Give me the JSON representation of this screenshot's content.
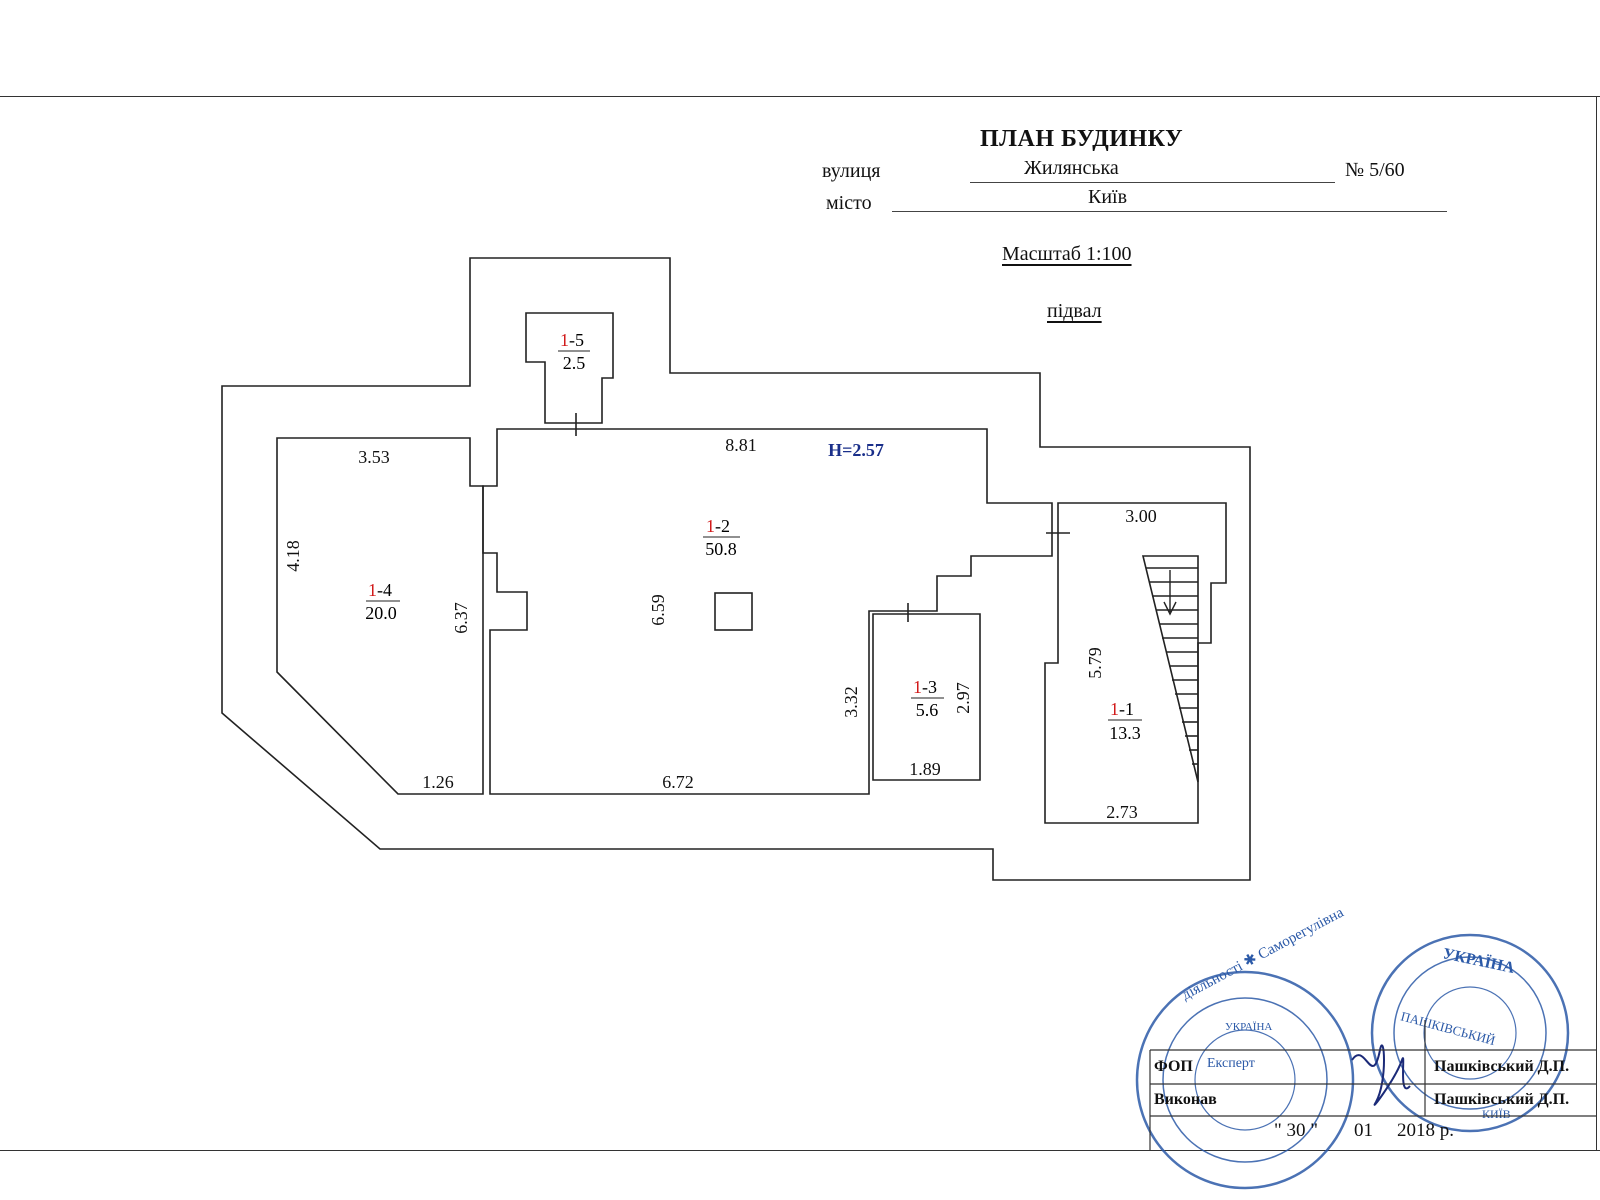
{
  "header": {
    "title": "ПЛАН БУДИНКУ",
    "street_label": "вулиця",
    "street_value": "Жилянська",
    "number": "№ 5/60",
    "city_label": "місто",
    "city_value": "Київ",
    "scale": "Масштаб 1:100",
    "floor": "підвал"
  },
  "plan": {
    "height_note": "H=2.57",
    "rooms": [
      {
        "id_prefix": "1",
        "id_suffix": "-1",
        "area": "13.3"
      },
      {
        "id_prefix": "1",
        "id_suffix": "-2",
        "area": "50.8"
      },
      {
        "id_prefix": "1",
        "id_suffix": "-3",
        "area": "5.6"
      },
      {
        "id_prefix": "1",
        "id_suffix": "-4",
        "area": "20.0"
      },
      {
        "id_prefix": "1",
        "id_suffix": "-5",
        "area": "2.5"
      }
    ],
    "dimensions": [
      "3.53",
      "4.18",
      "1.26",
      "6.37",
      "8.81",
      "6.59",
      "6.72",
      "3.32",
      "2.97",
      "1.89",
      "3.00",
      "5.79",
      "2.73"
    ]
  },
  "footer": {
    "fop_label": "ФОП",
    "fop_name": "Пашківський Д.П.",
    "executor_label": "Виконав",
    "executor_name": "Пашківський Д.П.",
    "date_day": "\" 30 \"",
    "date_month": "01",
    "date_year": "2018 р."
  },
  "stamps": {
    "left_ring": "діяльності ✱ Саморегулівна",
    "left_inner": "УКРАЇНА",
    "left_center": "Експерт",
    "right_ring": "УКРАЇНА",
    "right_inner": "ПАШКІВСЬКИЙ",
    "right_bottom": "КИЇВ"
  },
  "colors": {
    "room_id_red": "#d11a1a",
    "height_blue": "#1a2f8a",
    "stamp_blue": "#2c5aa8",
    "line": "#222222"
  }
}
